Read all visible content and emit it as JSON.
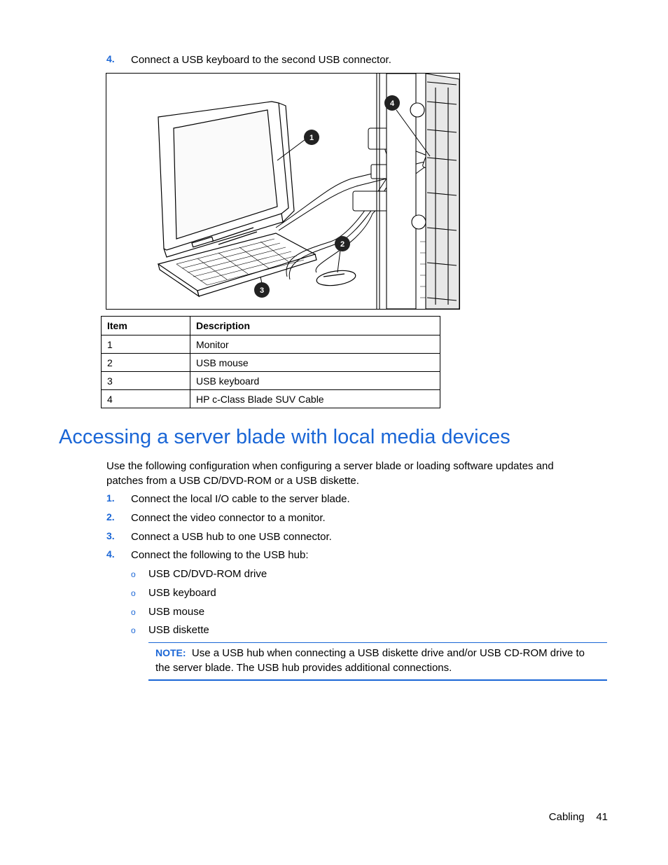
{
  "top_step": {
    "num": "4.",
    "text": "Connect a USB keyboard to the second USB connector."
  },
  "figure": {
    "callouts": [
      "1",
      "2",
      "3",
      "4"
    ]
  },
  "table": {
    "headers": [
      "Item",
      "Description"
    ],
    "rows": [
      [
        "1",
        "Monitor"
      ],
      [
        "2",
        "USB mouse"
      ],
      [
        "3",
        "USB keyboard"
      ],
      [
        "4",
        "HP c-Class Blade SUV Cable"
      ]
    ]
  },
  "section": {
    "title": "Accessing a server blade with local media devices",
    "intro_line1": "Use the following configuration when configuring a server blade or loading software updates and",
    "intro_line2": "patches from a USB CD/DVD-ROM or a USB diskette.",
    "steps": [
      {
        "num": "1.",
        "text": "Connect the local I/O cable to the server blade."
      },
      {
        "num": "2.",
        "text": "Connect the video connector to a monitor."
      },
      {
        "num": "3.",
        "text": "Connect a USB hub to one USB connector."
      },
      {
        "num": "4.",
        "text": "Connect the following to the USB hub:"
      }
    ],
    "bullets": [
      "USB CD/DVD-ROM drive",
      "USB keyboard",
      "USB mouse",
      "USB diskette"
    ],
    "bullet_char": "o",
    "note": {
      "label": "NOTE:",
      "line1": "Use a USB hub when connecting a USB diskette drive and/or USB CD-ROM drive to",
      "line2": "the server blade. The USB hub provides additional connections."
    }
  },
  "footer": {
    "section": "Cabling",
    "page": "41"
  },
  "colors": {
    "accent": "#1a66d6"
  }
}
